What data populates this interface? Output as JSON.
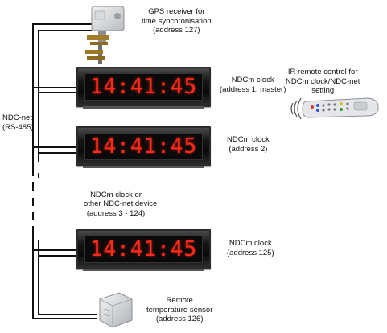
{
  "gps": {
    "label_line1": "GPS receiver for",
    "label_line2": "time synchronisation",
    "label_line3": "(address 127)"
  },
  "net": {
    "label_line1": "NDC-net",
    "label_line2": "(RS-485)"
  },
  "clocks": [
    {
      "time": "14:41:45",
      "label_line1": "NDCm clock",
      "label_line2": "(address 1, master)"
    },
    {
      "time": "14:41:45",
      "label_line1": "NDCm clock",
      "label_line2": "(address 2)"
    },
    {
      "time": "14:41:45",
      "label_line1": "NDCm clock",
      "label_line2": "(address 125)"
    }
  ],
  "other": {
    "dots_top": "...",
    "line1": "NDCm clock or",
    "line2": "other NDC-net device",
    "line3": "(address 3 - 124)",
    "dots_bottom": "..."
  },
  "remote": {
    "label_line1": "IR remote control for",
    "label_line2": "NDCm clock/NDC-net",
    "label_line3": "setting"
  },
  "sensor": {
    "label_line1": "Remote",
    "label_line2": "temperature sensor",
    "label_line3": "(address 126)"
  }
}
